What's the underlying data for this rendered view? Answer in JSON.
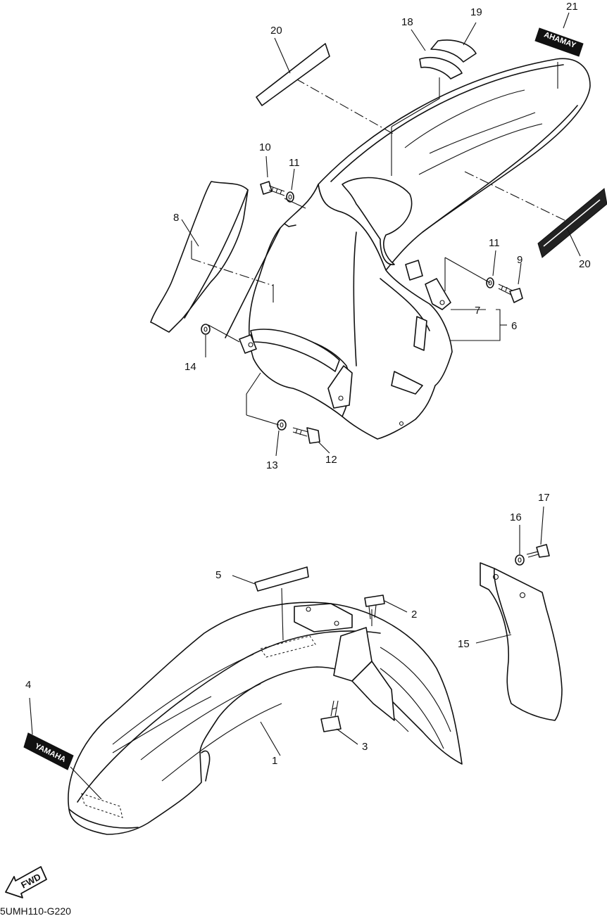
{
  "callouts": {
    "c1": "1",
    "c2": "2",
    "c3": "3",
    "c4": "4",
    "c5": "5",
    "c6": "6",
    "c7": "7",
    "c8": "8",
    "c9": "9",
    "c10": "10",
    "c11a": "11",
    "c11b": "11",
    "c12": "12",
    "c13": "13",
    "c14": "14",
    "c15": "15",
    "c16": "16",
    "c17": "17",
    "c18": "18",
    "c19": "19",
    "c20a": "20",
    "c20b": "20",
    "c21": "21"
  },
  "decals": {
    "front": "YAMAHA",
    "rear": "YAMAHA"
  },
  "direction": "FWD",
  "diagram_code": "5UMH110-G220"
}
